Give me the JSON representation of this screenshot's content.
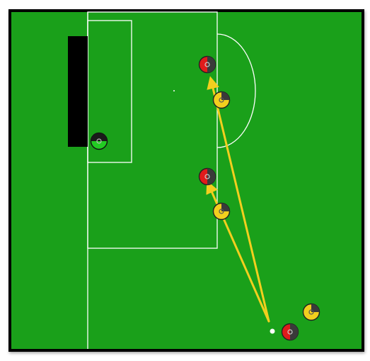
{
  "scene": {
    "type": "soccer-tactical-board",
    "colors": {
      "pitch": "#1aa01a",
      "lines": "#ffffff",
      "goal": "#000000",
      "pass_arrow": "#f2cf1e",
      "ball": "#ffffff"
    }
  },
  "teams": {
    "red": {
      "color": "#e01b1b",
      "accent": "#3a3a3a",
      "icon": "red-player-icon"
    },
    "yellow": {
      "color": "#f2cf1e",
      "accent": "#3a3a3a",
      "icon": "yellow-player-icon"
    },
    "keeper": {
      "color": "#22cc22",
      "accent": "#1a1a1a",
      "icon": "goalkeeper-icon"
    }
  },
  "players": [
    {
      "id": "red-1",
      "team": "red"
    },
    {
      "id": "yellow-1",
      "team": "yellow"
    },
    {
      "id": "red-2",
      "team": "red"
    },
    {
      "id": "yellow-2",
      "team": "yellow"
    },
    {
      "id": "yellow-3",
      "team": "yellow"
    },
    {
      "id": "red-3",
      "team": "red"
    },
    {
      "id": "goalkeeper",
      "team": "keeper"
    }
  ],
  "passes": [
    {
      "from": "ball",
      "to": "red-1"
    },
    {
      "from": "ball",
      "to": "red-2"
    }
  ]
}
